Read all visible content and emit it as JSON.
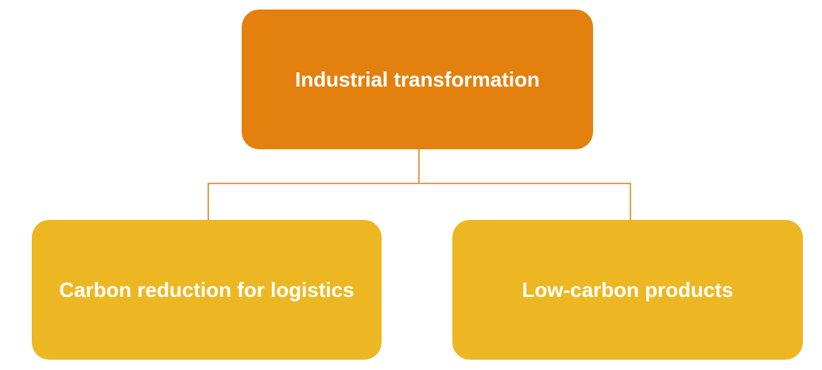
{
  "diagram": {
    "root": {
      "label": "Industrial transformation"
    },
    "children": [
      {
        "label": "Carbon reduction for logistics"
      },
      {
        "label": "Low-carbon products"
      }
    ]
  },
  "colors": {
    "root_fill": "#E3800E",
    "child_fill": "#EDB723",
    "connector": "#E3A24E"
  }
}
